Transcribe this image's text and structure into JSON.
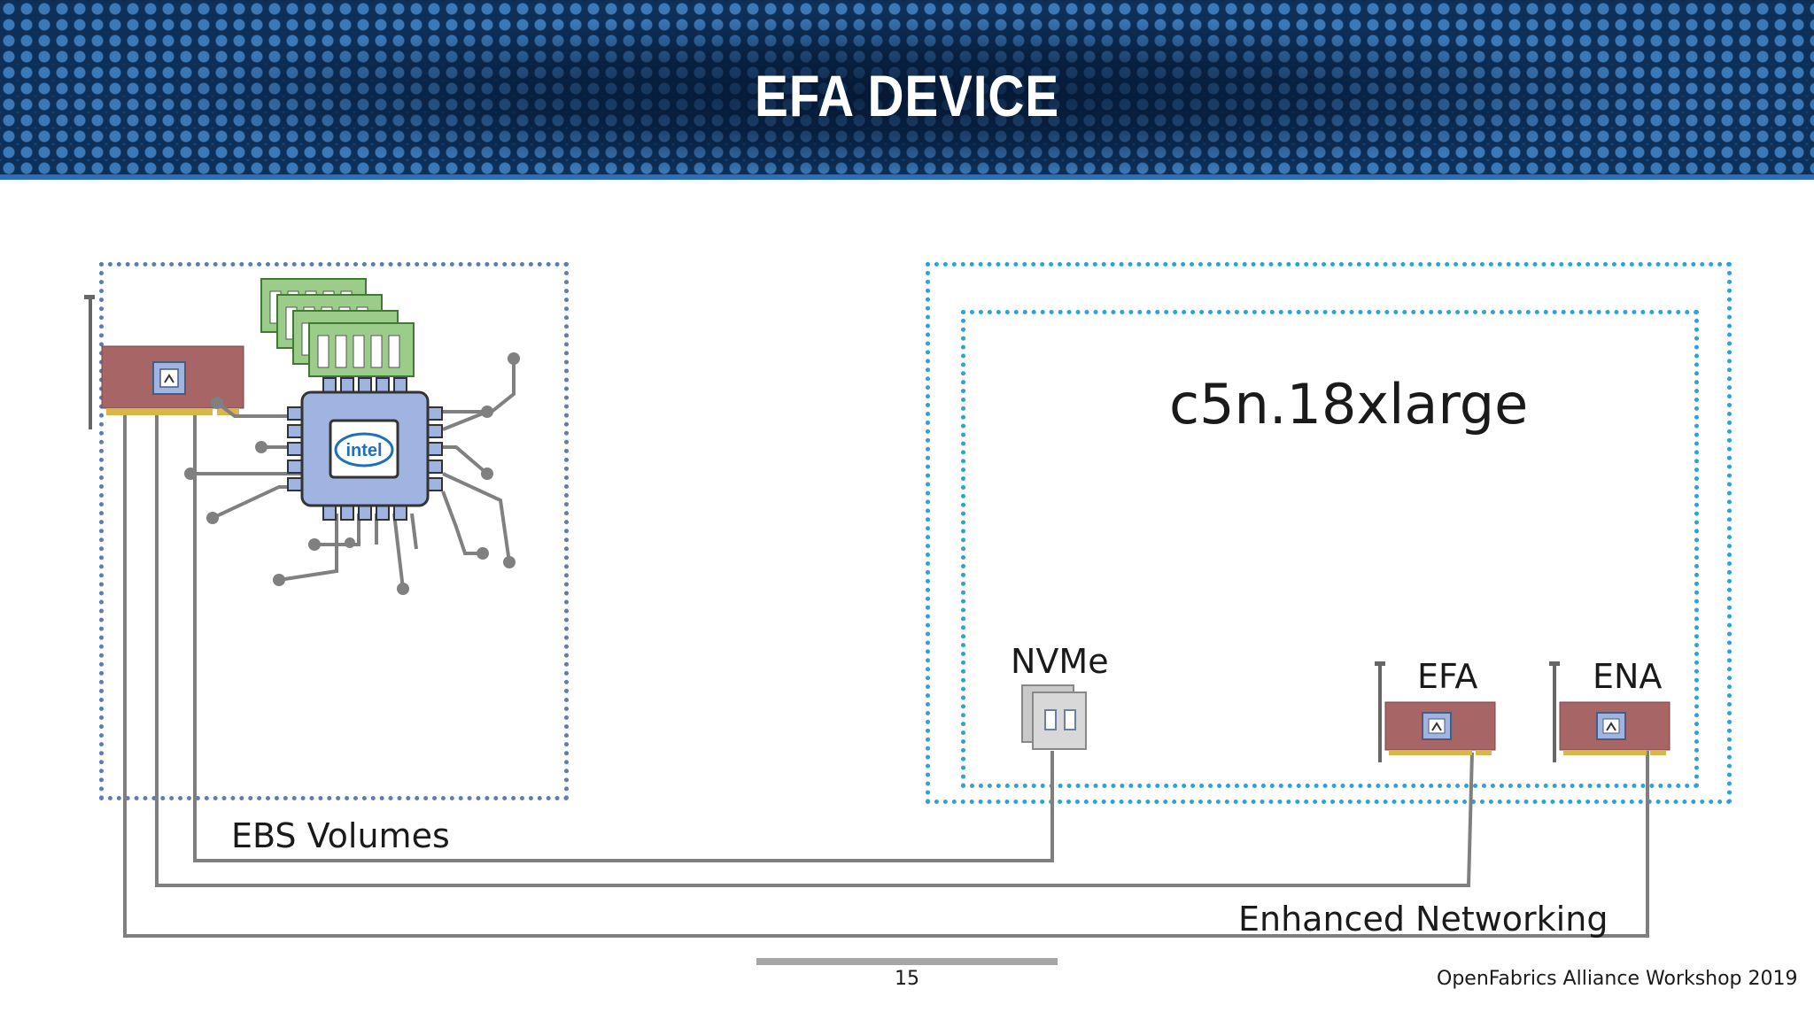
{
  "slide": {
    "title": "EFA DEVICE",
    "instance_type": "c5n.18xlarge",
    "cpu_brand": "intel",
    "devices": {
      "nvme": "NVMe",
      "efa": "EFA",
      "ena": "ENA"
    },
    "labels": {
      "ebs": "EBS Volumes",
      "enhanced": "Enhanced Networking"
    },
    "page_number": "15",
    "footer": "OpenFabrics Alliance Workshop 2019"
  },
  "colors": {
    "banner": "#0b2a4f",
    "host_box_border": "#5b7db5",
    "instance_border": "#2aa3d8",
    "nic_card": "#a86565",
    "cpu": "#9fb4e0",
    "ram": "#9ccc8a",
    "wire": "#7f7f7f"
  }
}
